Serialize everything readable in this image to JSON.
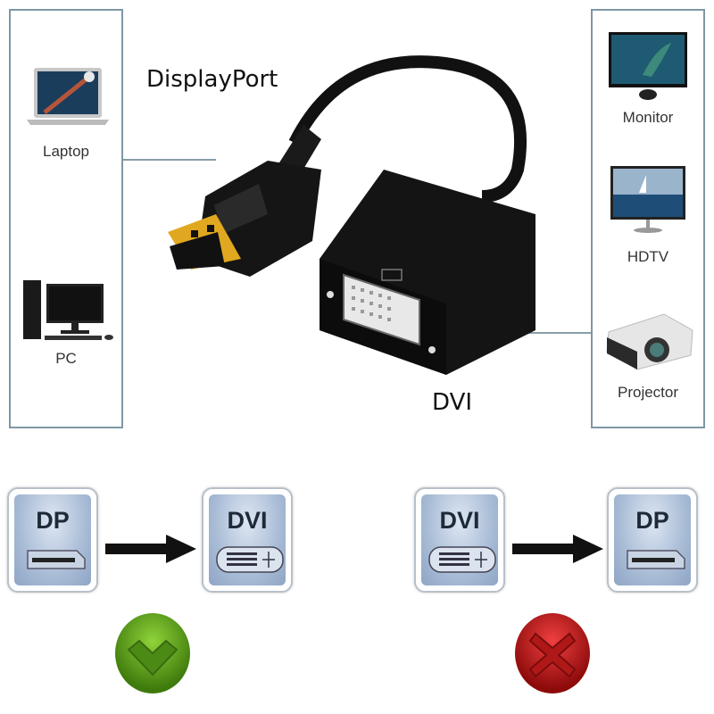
{
  "header": {
    "displayport_label": "DisplayPort",
    "dvi_label": "DVI"
  },
  "left_panel": {
    "devices": [
      {
        "label": "Laptop",
        "icon": "laptop-icon"
      },
      {
        "label": "PC",
        "icon": "desktop-pc-icon"
      }
    ]
  },
  "right_panel": {
    "devices": [
      {
        "label": "Monitor",
        "icon": "monitor-icon"
      },
      {
        "label": "HDTV",
        "icon": "hdtv-icon"
      },
      {
        "label": "Projector",
        "icon": "projector-icon"
      }
    ]
  },
  "conversions": [
    {
      "from": "DP",
      "to": "DVI",
      "status": "supported",
      "status_icon": "check-icon",
      "status_color": "#5aa016"
    },
    {
      "from": "DVI",
      "to": "DP",
      "status": "not-supported",
      "status_icon": "cross-icon",
      "status_color": "#c81414"
    }
  ],
  "colors": {
    "panel_border": "#7f97a5",
    "card_blue": "#a9bcd6",
    "adapter_black": "#111111",
    "gold_plug": "#e0a820"
  }
}
